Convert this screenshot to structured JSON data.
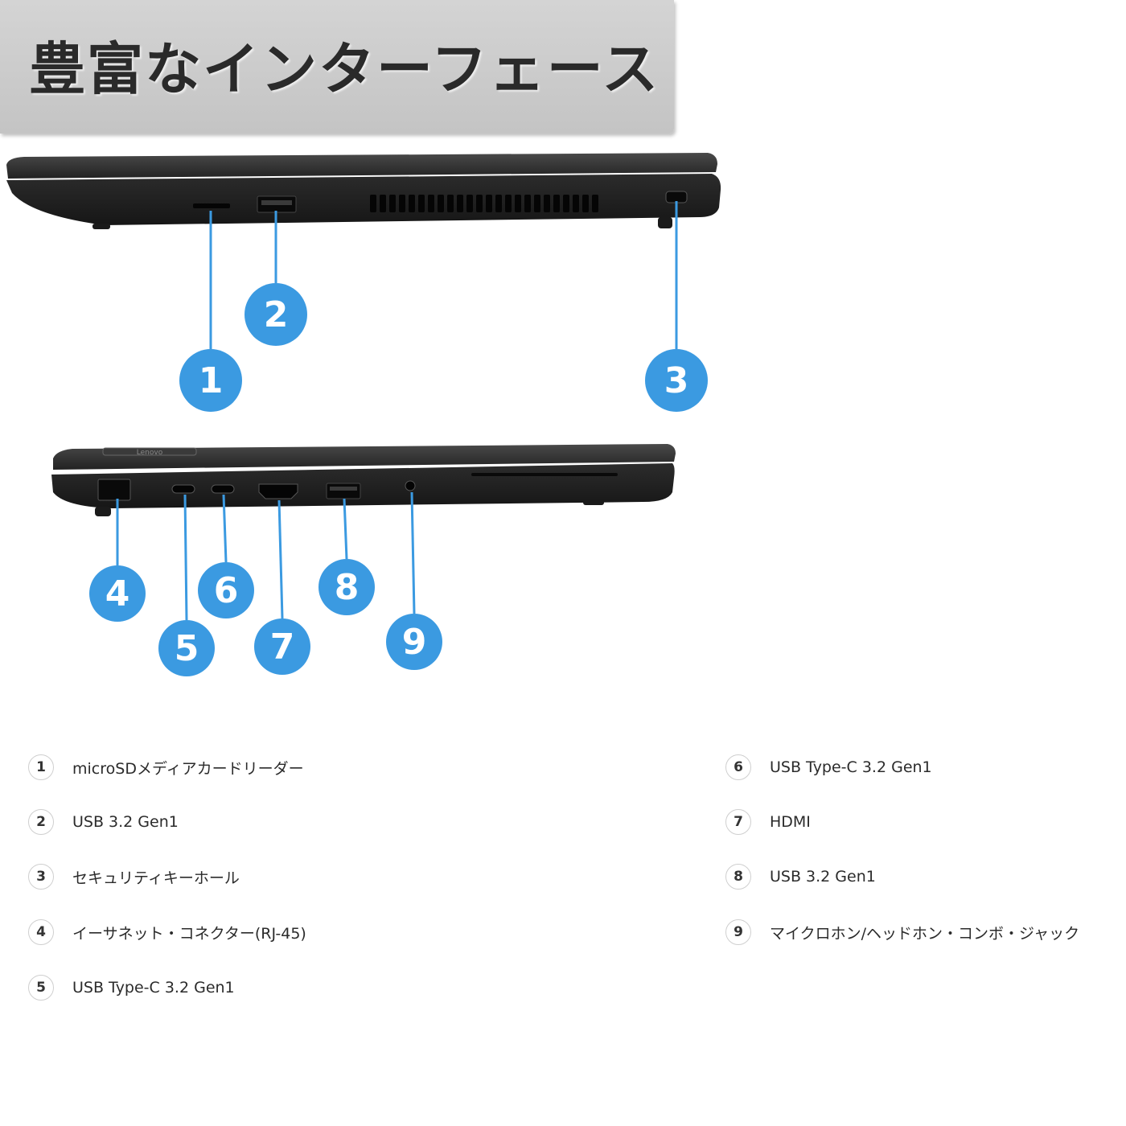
{
  "title": "豊富なインターフェース",
  "brand_logo": "Lenovo",
  "callout_color": "#3b9ae1",
  "callouts": [
    "1",
    "2",
    "3",
    "4",
    "5",
    "6",
    "7",
    "8",
    "9"
  ],
  "legend": [
    {
      "num": "1",
      "label": "microSDメディアカードリーダー"
    },
    {
      "num": "2",
      "label": "USB 3.2 Gen1"
    },
    {
      "num": "3",
      "label": "セキュリティキーホール"
    },
    {
      "num": "4",
      "label": "イーサネット・コネクター(RJ-45)"
    },
    {
      "num": "5",
      "label": "USB Type-C 3.2 Gen1"
    },
    {
      "num": "6",
      "label": "USB Type-C 3.2 Gen1"
    },
    {
      "num": "7",
      "label": "HDMI"
    },
    {
      "num": "8",
      "label": "USB 3.2 Gen1"
    },
    {
      "num": "9",
      "label": "マイクロホン/ヘッドホン・コンボ・ジャック"
    }
  ]
}
